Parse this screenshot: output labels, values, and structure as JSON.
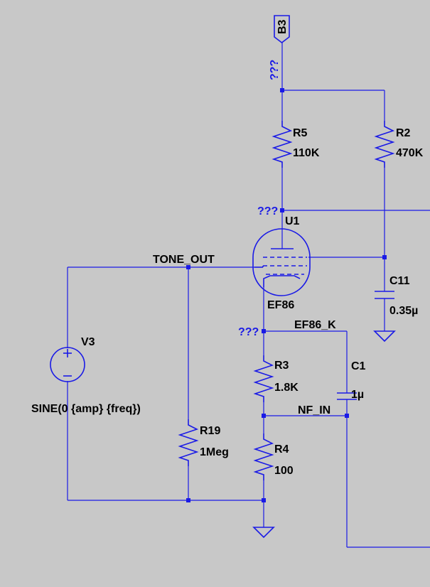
{
  "colors": {
    "background": "#c8c8c8",
    "wire": "#1a1ae6",
    "text": "#000000"
  },
  "ports": {
    "b3": "B3"
  },
  "unknown_label": "???",
  "nets": {
    "tone_out": "TONE_OUT",
    "ef86_k": "EF86_K",
    "nf_in": "NF_IN"
  },
  "components": {
    "r5": {
      "ref": "R5",
      "value": "110K"
    },
    "r2": {
      "ref": "R2",
      "value": "470K"
    },
    "u1": {
      "ref": "U1",
      "value": "EF86"
    },
    "c11": {
      "ref": "C11",
      "value": "0.35µ"
    },
    "v3": {
      "ref": "V3",
      "value": "SINE(0 {amp} {freq})"
    },
    "r19": {
      "ref": "R19",
      "value": "1Meg"
    },
    "r3": {
      "ref": "R3",
      "value": "1.8K"
    },
    "c1": {
      "ref": "C1",
      "value": "1µ"
    },
    "r4": {
      "ref": "R4",
      "value": "100"
    }
  }
}
